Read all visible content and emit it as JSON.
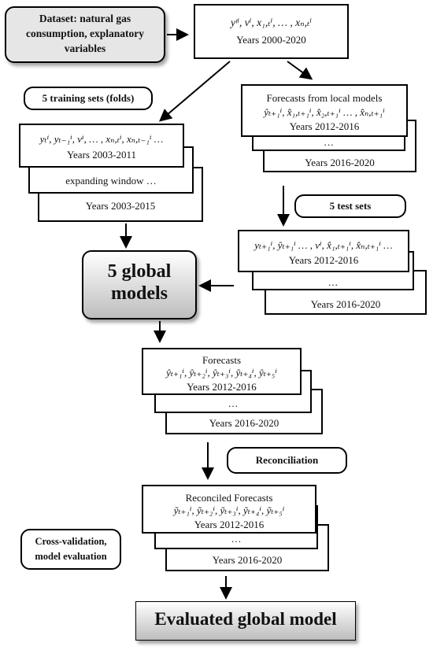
{
  "dataset_box": {
    "lines": [
      "Dataset: natural gas",
      "consumption, explanatory",
      "variables"
    ]
  },
  "data_2000_box": {
    "formula": "yᵗⁱ, vⁱ, x₁,ₜⁱ, … , xₙ,ₜⁱ",
    "years": "Years 2000-2020"
  },
  "training_label": "5 training sets (folds)",
  "training_stack": {
    "formula": "yₜⁱ, yₜ₋₁ⁱ, vⁱ, … , xₙ,ₜⁱ, xₙ,ₜ₋₁ⁱ …",
    "years_top": "Years 2003-2011",
    "middle": "expanding window …",
    "years_bottom": "Years 2003-2015"
  },
  "local_forecast_stack": {
    "title": "Forecasts from local models",
    "formula": "ŷₜ₊₁ⁱ, x̂₁,ₜ₊₁ⁱ, x̂₂,ₜ₊₁ⁱ … , x̂ₙ,ₜ₊₁ⁱ",
    "years_top": "Years 2012-2016",
    "ellipsis": "…",
    "years_bottom": "Years 2016-2020"
  },
  "test_label": "5 test sets",
  "test_stack": {
    "formula": "yₜ₊₁ⁱ, ŷₜ₊₁ⁱ … , vⁱ, x̂₁,ₜ₊₁ⁱ, x̂ₙ,ₜ₊₁ⁱ …",
    "years_top": "Years 2012-2016",
    "ellipsis": "…",
    "years_bottom": "Years 2016-2020"
  },
  "global_models": {
    "lines": [
      "5 global",
      "models"
    ]
  },
  "forecast_stack": {
    "title": "Forecasts",
    "formula": "ŷₜ₊₁ⁱ, ŷₜ₊₂ⁱ, ŷₜ₊₃ⁱ, ŷₜ₊₄ⁱ, ŷₜ₊₅ⁱ",
    "years_top": "Years 2012-2016",
    "ellipsis": "…",
    "years_bottom": "Years 2016-2020"
  },
  "reconciliation_label": "Reconciliation",
  "reconciled_stack": {
    "title": "Reconciled Forecasts",
    "formula": "ỹₜ₊₁ⁱ, ỹₜ₊₂ⁱ, ỹₜ₊₃ⁱ, ỹₜ₊₄ⁱ, ỹₜ₊₅ⁱ",
    "years_top": "Years 2012-2016",
    "ellipsis": "…",
    "years_bottom": "Years 2016-2020"
  },
  "cv_label": {
    "lines": [
      "Cross-validation,",
      "model evaluation"
    ]
  },
  "evaluated_model": "Evaluated global model"
}
